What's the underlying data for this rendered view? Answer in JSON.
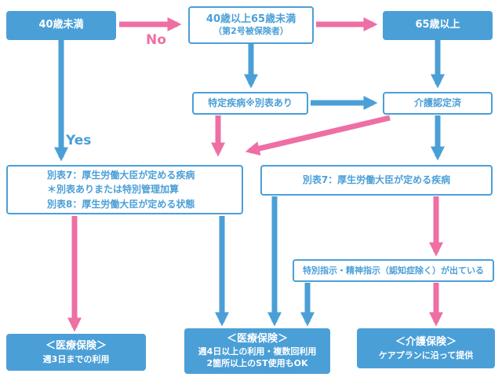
{
  "colors": {
    "blue": "#4B9FD7",
    "pink": "#EE6FA4"
  },
  "labels": {
    "no": "No",
    "yes": "Yes"
  },
  "nodes": {
    "age_under_40": {
      "lines": [
        "40歳未満"
      ]
    },
    "age_40_65": {
      "lines": [
        "40歳以上65歳未満",
        "（第2号被保険者）"
      ]
    },
    "age_over_65": {
      "lines": [
        "65歳以上"
      ]
    },
    "specified_disease": {
      "lines": [
        "特定疾病※別表あり"
      ]
    },
    "care_certified": {
      "lines": [
        "介護認定済"
      ]
    },
    "appendix_7_8": {
      "lines": [
        "別表7：厚生労働大臣が定める疾病",
        "＊別表ありまたは特別管理加算",
        "別表8：厚生労働大臣が定める状態"
      ]
    },
    "appendix_7": {
      "lines": [
        "別表7：厚生労働大臣が定める疾病"
      ]
    },
    "special_instruction": {
      "lines": [
        "特別指示・精神指示（認知症除く）が出ている"
      ]
    },
    "medical_week3": {
      "lines": [
        "＜医療保険＞",
        "週3日までの利用"
      ]
    },
    "medical_week4": {
      "lines": [
        "＜医療保険＞",
        "週4日以上の利用・複数回利用",
        "2箇所以上のST使用もOK"
      ]
    },
    "care_insurance": {
      "lines": [
        "＜介護保険＞",
        "ケアプランに沿って提供"
      ]
    }
  }
}
